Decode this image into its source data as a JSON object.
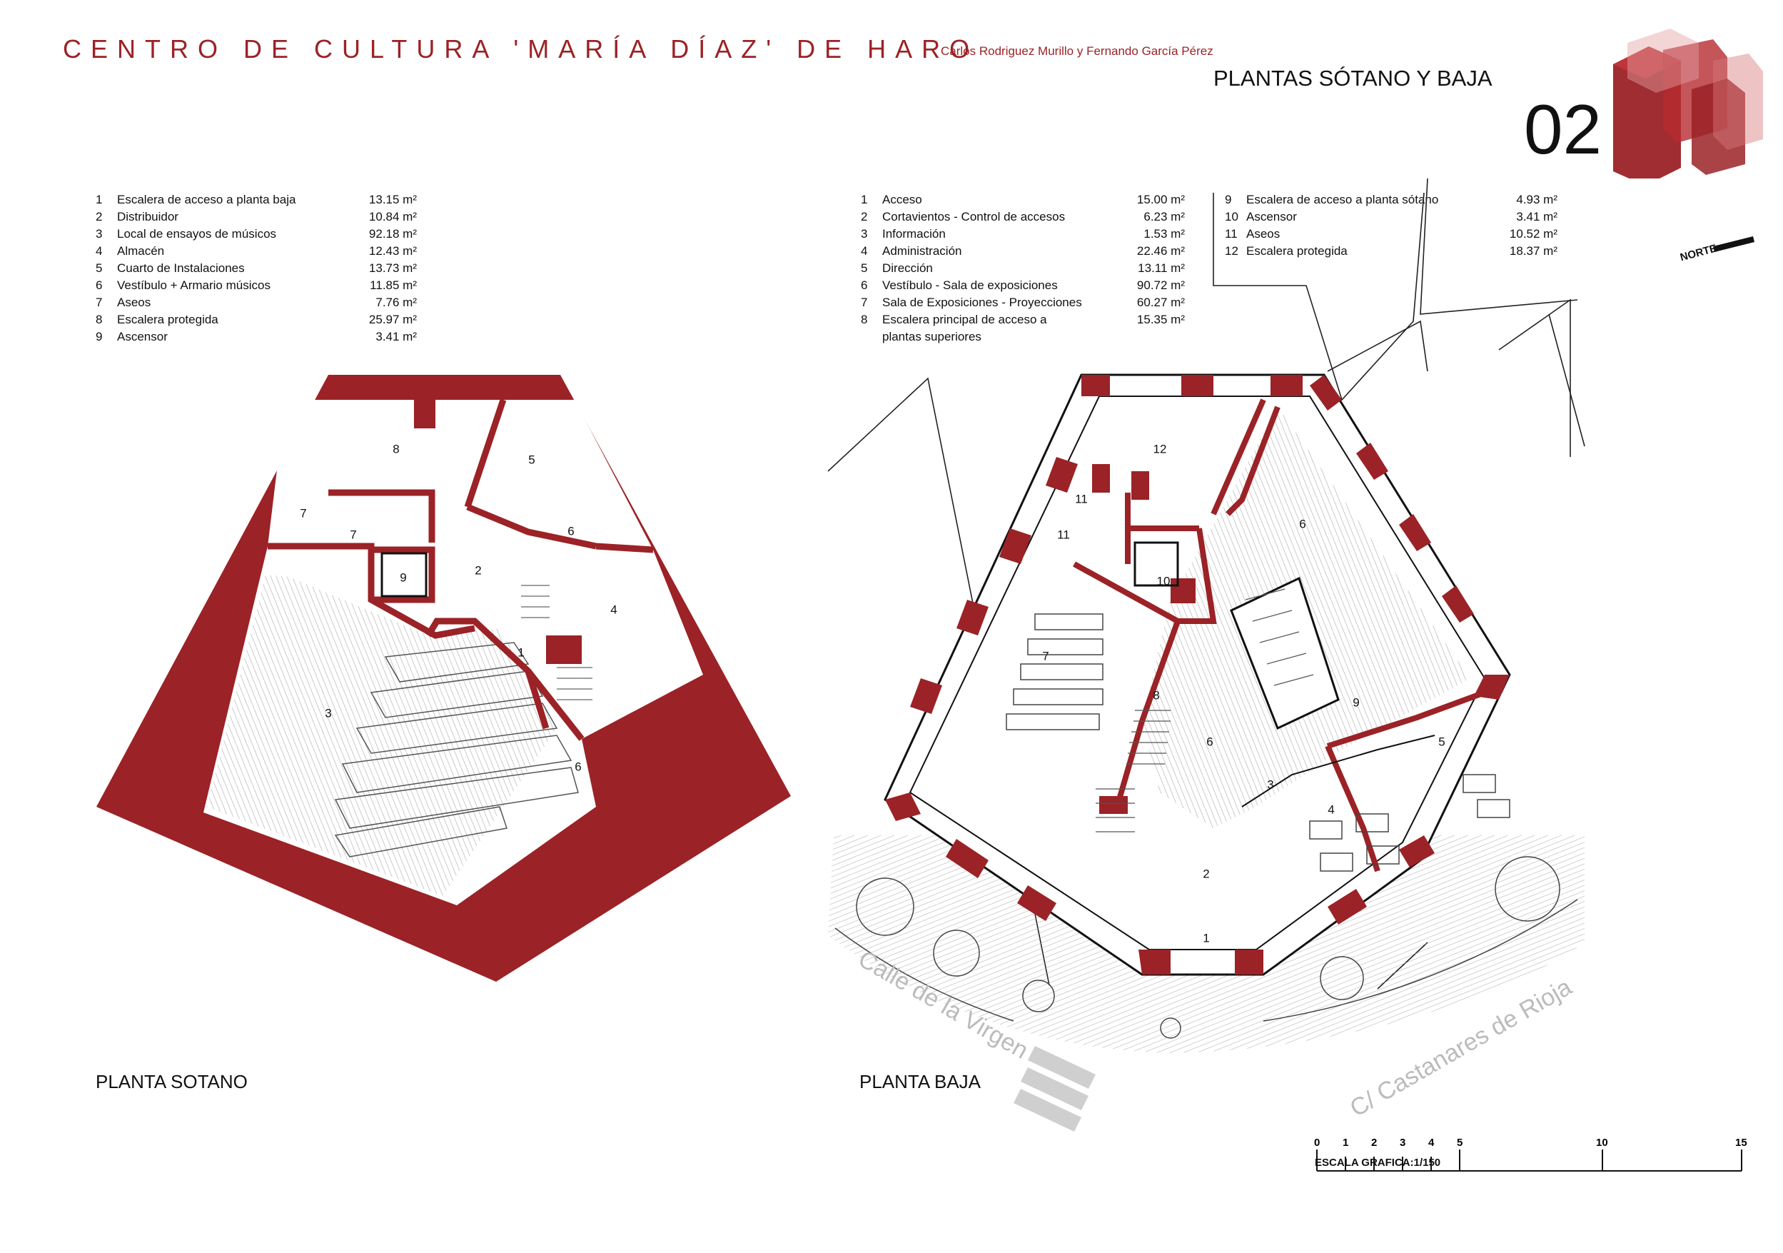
{
  "header": {
    "title": "CENTRO DE CULTURA 'MARÍA DÍAZ' DE HARO",
    "authors": "Carlos Rodriguez Murillo y Fernando García Pérez",
    "sheet_title": "PLANTAS SÓTANO Y BAJA",
    "sheet_number": "02"
  },
  "north": {
    "label": "NORTE"
  },
  "basement": {
    "label": "PLANTA SOTANO",
    "rooms": [
      {
        "num": "1",
        "name": "Escalera de acceso a planta baja",
        "area": "13.15 m²"
      },
      {
        "num": "2",
        "name": "Distribuidor",
        "area": "10.84 m²"
      },
      {
        "num": "3",
        "name": "Local de ensayos de músicos",
        "area": "92.18 m²"
      },
      {
        "num": "4",
        "name": "Almacén",
        "area": "12.43 m²"
      },
      {
        "num": "5",
        "name": "Cuarto de Instalaciones",
        "area": "13.73 m²"
      },
      {
        "num": "6",
        "name": "Vestíbulo + Armario músicos",
        "area": "11.85 m²"
      },
      {
        "num": "7",
        "name": "Aseos",
        "area": "7.76 m²"
      },
      {
        "num": "8",
        "name": "Escalera protegida",
        "area": "25.97 m²"
      },
      {
        "num": "9",
        "name": "Ascensor",
        "area": "3.41 m²"
      }
    ]
  },
  "ground": {
    "label": "PLANTA BAJA",
    "rooms_a": [
      {
        "num": "1",
        "name": "Acceso",
        "area": "15.00 m²"
      },
      {
        "num": "2",
        "name": "Cortavientos - Control de accesos",
        "area": "6.23 m²"
      },
      {
        "num": "3",
        "name": "Información",
        "area": "1.53 m²"
      },
      {
        "num": "4",
        "name": "Administración",
        "area": "22.46 m²"
      },
      {
        "num": "5",
        "name": "Dirección",
        "area": "13.11 m²"
      },
      {
        "num": "6",
        "name": "Vestíbulo - Sala de exposiciones",
        "area": "90.72 m²"
      },
      {
        "num": "7",
        "name": "Sala de Exposiciones - Proyecciones",
        "area": "60.27 m²"
      },
      {
        "num": "8",
        "name": "Escalera principal de acceso a",
        "area": "15.35 m²"
      },
      {
        "num": "",
        "name": "plantas superiores",
        "area": ""
      }
    ],
    "rooms_b": [
      {
        "num": "9",
        "name": "Escalera de acceso a planta sótano",
        "area": "4.93 m²"
      },
      {
        "num": "10",
        "name": "Ascensor",
        "area": "3.41 m²"
      },
      {
        "num": "11",
        "name": "Aseos",
        "area": "10.52 m²"
      },
      {
        "num": "12",
        "name": "Escalera protegida",
        "area": "18.37 m²"
      }
    ],
    "streets": [
      "Calle de la Virgen",
      "C/ Castanares de Rioja"
    ]
  },
  "scale": {
    "label": "ESCALA GRAFICA:1/150",
    "ticks": [
      "0",
      "1",
      "2",
      "3",
      "4",
      "5",
      "10",
      "15"
    ]
  },
  "colors": {
    "accent": "#9b2226",
    "ink": "#111111"
  }
}
